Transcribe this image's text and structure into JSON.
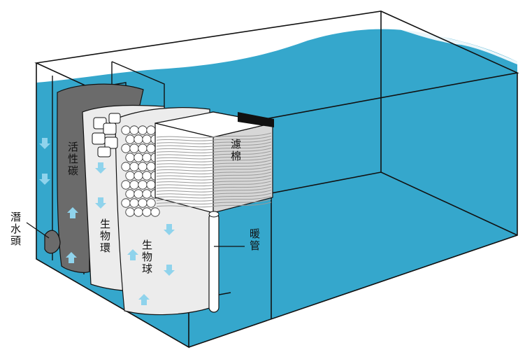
{
  "diagram": {
    "labels": {
      "submersible_head": "潛水頭",
      "activated_carbon": "活性碳",
      "bio_rings": "生物環",
      "bio_balls": "生物球",
      "filter_wool": "濾棉",
      "heater": "暖管"
    },
    "colors": {
      "water": "#35a7cc",
      "tank_line": "#111111",
      "carbon_pad": "#6b6b6b",
      "media_sponge": "#ececec",
      "flow_arrow": "#8fd3ec",
      "heater_body": "#ffffff",
      "filter_wool": "#c9c9c9"
    }
  }
}
